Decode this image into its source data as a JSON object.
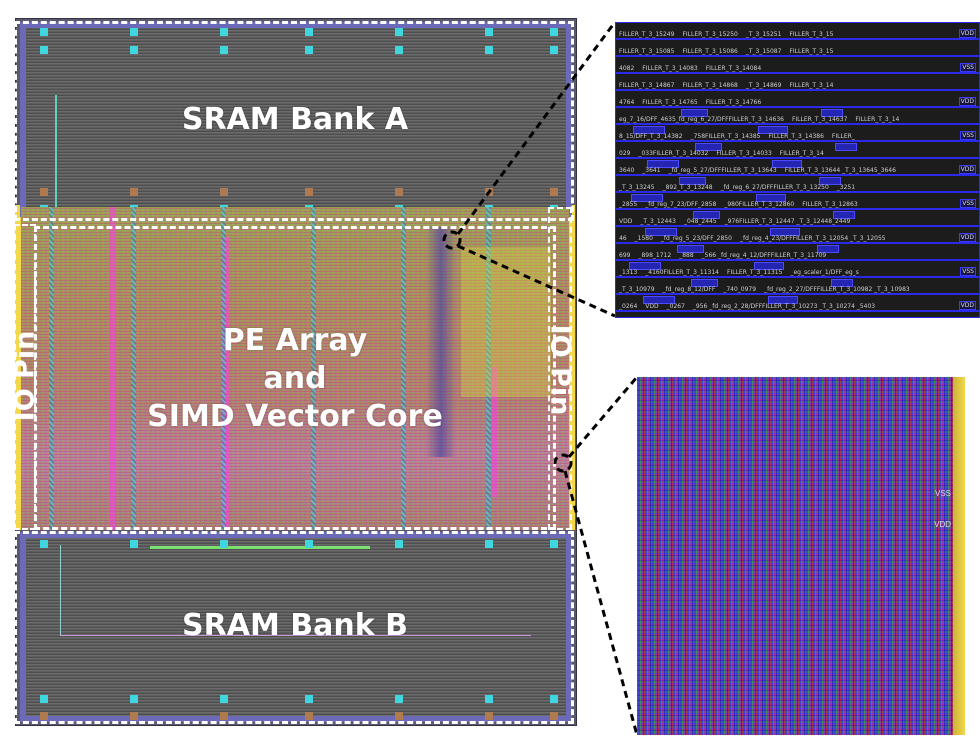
{
  "blocks": {
    "sram_a": "SRAM Bank A",
    "sram_b": "SRAM Bank B",
    "pe_line1": "PE Array",
    "pe_line2": "and",
    "pe_line3": "SIMD Vector Core",
    "io_left": "IO Pin",
    "io_right": "IO Pin"
  },
  "inset_top": {
    "rows": [
      [
        "FILLER_T_3_15249",
        "FILLER_T_3_15250",
        "_T_3_15251",
        "FILLER_T_3_15"
      ],
      [
        "FILLER_T_3_15085",
        "FILLER_T_3_15086",
        "_T_3_15087",
        "FILLER_T_3_15"
      ],
      [
        "4082",
        "FILLER_T_3_14083",
        "FILLER_T_3_14084",
        ""
      ],
      [
        "FILLER_T_3_14867",
        "FILLER_T_3_14868",
        "_T_3_14869",
        "FILLER_T_3_14"
      ],
      [
        "4764",
        "FILLER_T_3_14765",
        "FILLER_T_3_14766",
        ""
      ],
      [
        "eg_7_16/DFF_4635_fd_reg_6_27/DFFFILLER_T_3_14636",
        "FILLER_T_3_14637",
        "",
        "FILLER_T_3_14"
      ],
      [
        "8_15/DFF_T_3_14382",
        "_758FILLER_T_3_14385",
        "FILLER_T_3_14386",
        "FILLER_"
      ],
      [
        "029",
        "_033FILLER_T_3_14032",
        "FILLER_T_3_14033",
        "FILLER_T_3_14"
      ],
      [
        "3640",
        "_3641",
        "_fd_reg_5_27/DFFFILLER_T_3_13643",
        "FILLER_T_3_13644  _T_3_13645_3646"
      ],
      [
        "_T_3_13245",
        "_892_T_3_13248",
        "_fd_reg_6_27/DFFFILLER_T_3_13250",
        "_3251"
      ],
      [
        "_2855",
        "_fd_reg_7_23/DFF_2858",
        "_980FILLER_T_3_12860",
        "FILLER_T_3_12863"
      ],
      [
        "VDD",
        "_T_3_12443",
        "_048_2445",
        "_976FILLER_T_3_12447  _T_3_12448_2449"
      ],
      [
        "46",
        "_1580",
        "_fd_reg_5_23/DFF_2850",
        "_fd_reg_4_23/DFFFILLER_T_3_12054  _T_3_12055"
      ],
      [
        "699",
        "_898_1712",
        "_888",
        "_566  _fd_reg_4_12/DFFFILLER_T_3_11709"
      ],
      [
        "_1313",
        "_4160FILLER_T_3_11314",
        "FILLER_T_3_11315",
        "_eg_scaler_1/DFF_eg_s"
      ],
      [
        "_T_3_10979",
        "_fd_reg_8_12/DFF",
        "_740_0979",
        "_fd_reg_2_27/DFFFILLER_T_3_10982  _T_3_10983"
      ],
      [
        "_0264",
        "VDD",
        "_0267",
        "_956  _fd_reg_2_28/DFFFILLER_T_3_10273  _T_3_10274  _5403"
      ]
    ],
    "power_labels": [
      "VDD",
      "VSS"
    ]
  },
  "inset_bottom": {
    "power_labels": [
      "VSS",
      "VDD"
    ]
  },
  "colors": {
    "dashed_box": "#ffffff",
    "sram_fill": "#5e5e5e",
    "inset_top_bg": "#1c1c1c",
    "inset_top_rails": "#2a2ae8",
    "io_pin": "#f2d84a"
  }
}
